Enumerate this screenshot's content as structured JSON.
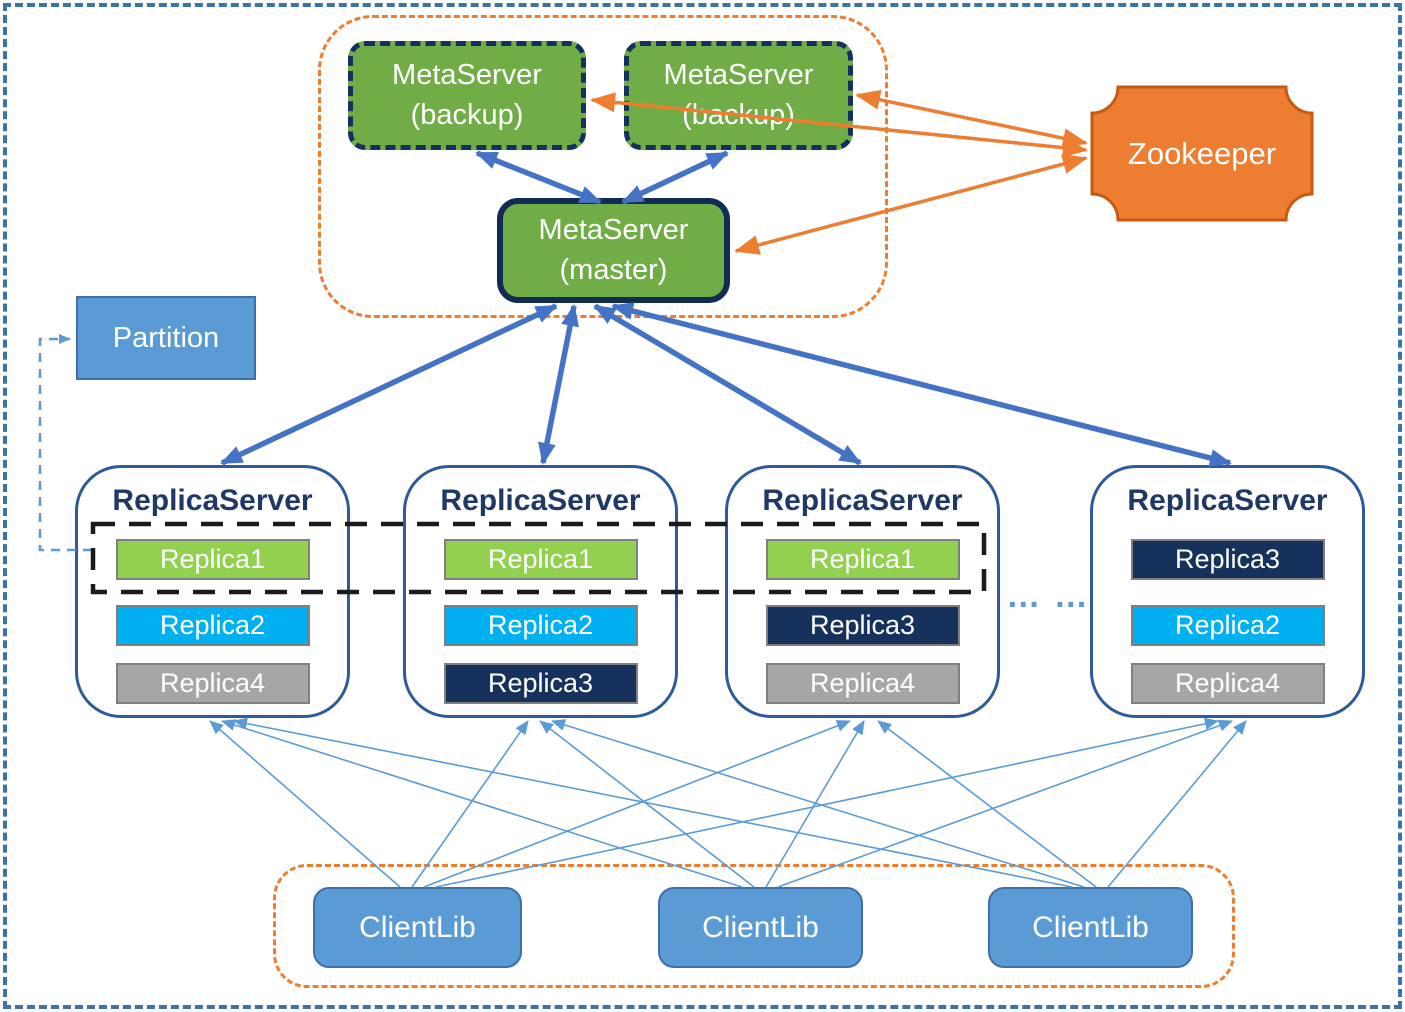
{
  "palette": {
    "green_box": "#70AD47",
    "navy_border": "#14305E",
    "orange": "#ED7D31",
    "orange_border": "#C55A11",
    "blue_arrow": "#4472C4",
    "light_blue": "#5B9BD5",
    "light_blue_border": "#3E6FA5",
    "rs_border": "#2E5B97",
    "rs_title_text": "#1F3864",
    "dashed_rect": "#1a1a1a",
    "replica1": "#92D050",
    "replica2": "#00B0F0",
    "replica3": "#16325C",
    "replica4": "#A6A6A6"
  },
  "meta": {
    "backups": [
      {
        "line1": "MetaServer",
        "line2": "(backup)"
      },
      {
        "line1": "MetaServer",
        "line2": "(backup)"
      }
    ],
    "master": {
      "line1": "MetaServer",
      "line2": "(master)"
    }
  },
  "zookeeper": {
    "label": "Zookeeper"
  },
  "partition": {
    "label": "Partition"
  },
  "replica_servers": [
    {
      "title": "ReplicaServer",
      "replicas": [
        {
          "label": "Replica1",
          "color": "replica1"
        },
        {
          "label": "Replica2",
          "color": "replica2"
        },
        {
          "label": "Replica4",
          "color": "replica4"
        }
      ]
    },
    {
      "title": "ReplicaServer",
      "replicas": [
        {
          "label": "Replica1",
          "color": "replica1"
        },
        {
          "label": "Replica2",
          "color": "replica2"
        },
        {
          "label": "Replica3",
          "color": "replica3"
        }
      ]
    },
    {
      "title": "ReplicaServer",
      "replicas": [
        {
          "label": "Replica1",
          "color": "replica1"
        },
        {
          "label": "Replica3",
          "color": "replica3"
        },
        {
          "label": "Replica4",
          "color": "replica4"
        }
      ]
    },
    {
      "title": "ReplicaServer",
      "replicas": [
        {
          "label": "Replica3",
          "color": "replica3"
        },
        {
          "label": "Replica2",
          "color": "replica2"
        },
        {
          "label": "Replica4",
          "color": "replica4"
        }
      ]
    }
  ],
  "ellipsis": "… …",
  "client_libs": [
    {
      "label": "ClientLib"
    },
    {
      "label": "ClientLib"
    },
    {
      "label": "ClientLib"
    }
  ]
}
